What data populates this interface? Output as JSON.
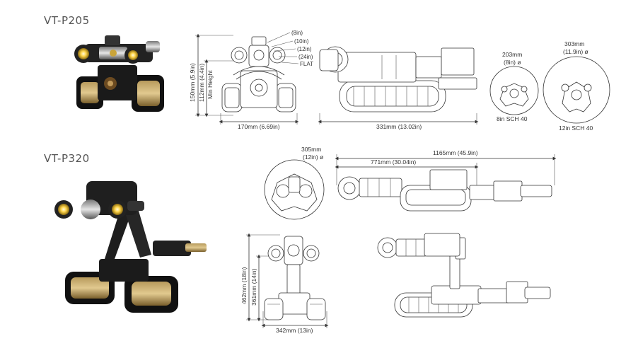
{
  "models": [
    {
      "name": "VT-P205",
      "dims": {
        "height_total": "150mm (5.9in)",
        "min_height": "112mm (4.4in)",
        "min_height_label": "Min Height",
        "width": "170mm (6.69in)",
        "length": "331mm (13.02in)",
        "pipe_8in_dia": "203mm",
        "pipe_8in_dia_in": "(8in) ø",
        "pipe_8in_label": "8in SCH 40",
        "pipe_12in_dia": "303mm",
        "pipe_12in_dia_in": "(11.9in) ø",
        "pipe_12in_label": "12in SCH 40"
      },
      "wheel_settings": [
        "(8in)",
        "(10in)",
        "(12in)",
        "(24in)",
        "FLAT"
      ]
    },
    {
      "name": "VT-P320",
      "dims": {
        "pipe_dia": "305mm",
        "pipe_dia_in": "(12in) ø",
        "length_total": "1165mm (45.9in)",
        "length_partial": "771mm (30.04in)",
        "height_max": "462mm (18in)",
        "height_min": "361mm (14in)",
        "width": "342mm (13in)"
      }
    }
  ]
}
